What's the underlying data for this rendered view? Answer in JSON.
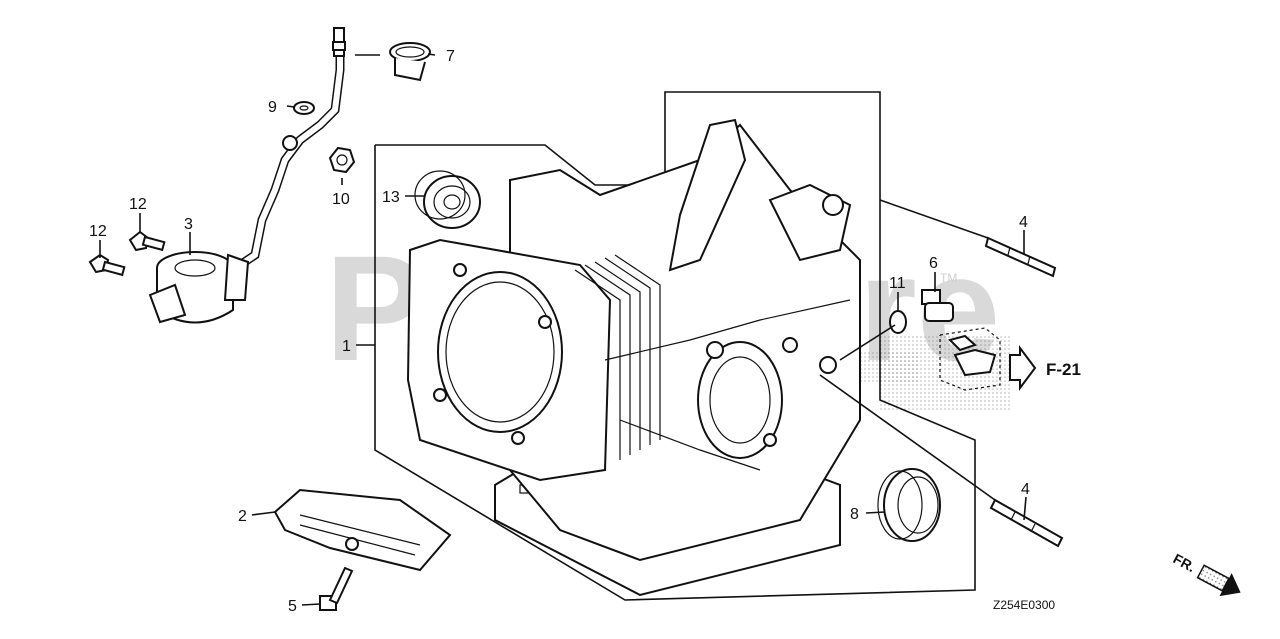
{
  "watermark": "PartStore",
  "trademark": "TM",
  "callouts": [
    {
      "id": "c1",
      "text": "1"
    },
    {
      "id": "c2",
      "text": "2"
    },
    {
      "id": "c3",
      "text": "3"
    },
    {
      "id": "c4a",
      "text": "4"
    },
    {
      "id": "c4b",
      "text": "4"
    },
    {
      "id": "c5",
      "text": "5"
    },
    {
      "id": "c6",
      "text": "6"
    },
    {
      "id": "c7",
      "text": "7"
    },
    {
      "id": "c8",
      "text": "8"
    },
    {
      "id": "c9",
      "text": "9"
    },
    {
      "id": "c10",
      "text": "10"
    },
    {
      "id": "c11",
      "text": "11"
    },
    {
      "id": "c12a",
      "text": "12"
    },
    {
      "id": "c12b",
      "text": "12"
    },
    {
      "id": "c13",
      "text": "13"
    }
  ],
  "reference": "F-21",
  "drawing_code": "Z254E0300",
  "front_indicator": "FR."
}
